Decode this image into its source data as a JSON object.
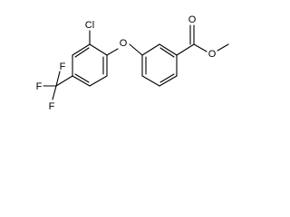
{
  "molecule": {
    "atoms": {
      "chlorine": "Cl",
      "ether_oxygen": "O",
      "carbonyl_oxygen": "O",
      "ester_oxygen": "O",
      "fluorine_1": "F",
      "fluorine_2": "F",
      "fluorine_3": "F"
    }
  }
}
